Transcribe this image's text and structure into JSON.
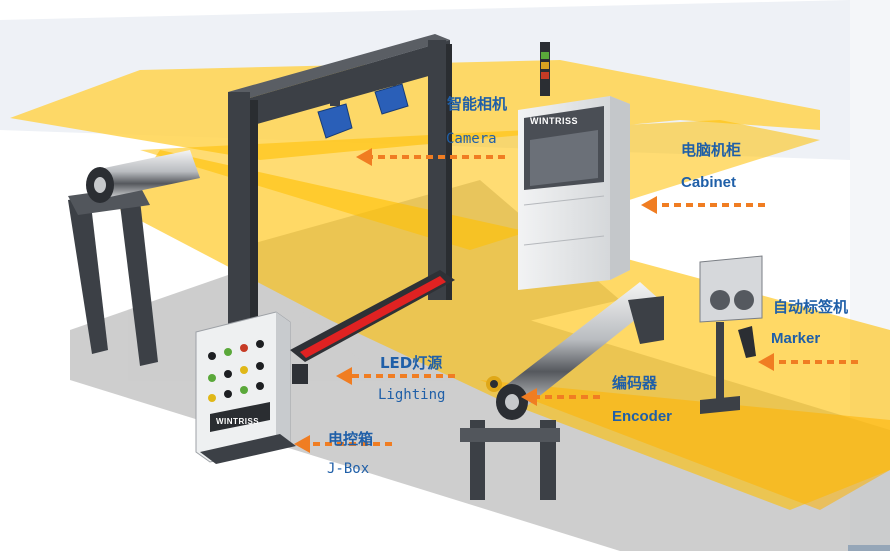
{
  "labels": {
    "camera_cn": "智能相机",
    "camera_en": "Camera",
    "cabinet_cn": "电脑机柜",
    "cabinet_en": "Cabinet",
    "marker_cn": "自动标签机",
    "marker_en": "Marker",
    "lighting_cn": "LED灯源",
    "lighting_en": "Lighting",
    "encoder_cn": "编码器",
    "encoder_en": "Encoder",
    "jbox_cn": "电控箱",
    "jbox_en": "J-Box"
  },
  "brand": {
    "cabinet_logo": "WINTRISS",
    "jbox_logo": "WINTRISS"
  },
  "colors": {
    "label_text": "#1f5fa8",
    "arrow": "#f07d22",
    "web": "#ffc000",
    "frame": "#3c4046",
    "cabinet": "#e4e6e8",
    "camera": "#2a5fb8"
  }
}
